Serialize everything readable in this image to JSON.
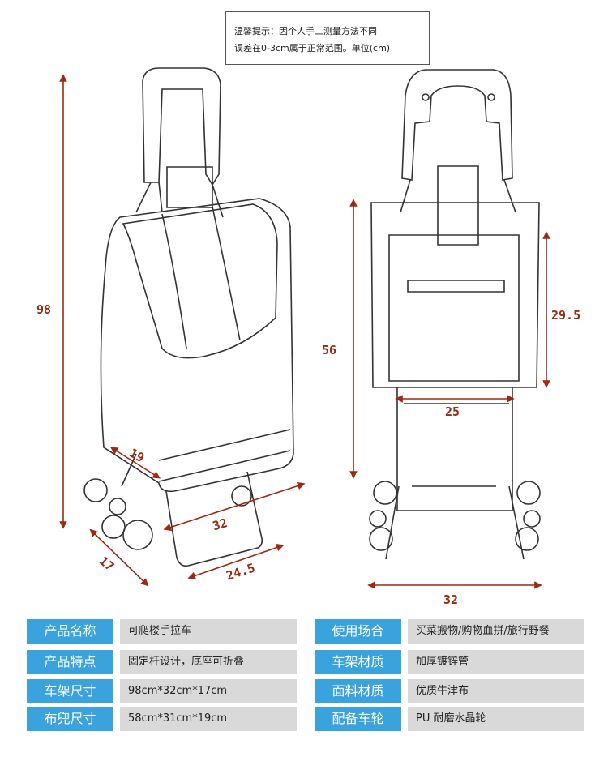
{
  "notice": {
    "line1": "温馨提示：因个人手工测量方法不同",
    "line2": "误差在0-3cm属于正常范围。单位(cm)"
  },
  "dimensions": {
    "height_total": "98",
    "depth_top": "19",
    "width_bottom": "32",
    "depth_base": "17",
    "base_width": "24.5",
    "bag_height": "56",
    "pocket_height": "29.5",
    "pocket_width": "25",
    "rear_width": "32"
  },
  "specs_left": [
    {
      "label": "产品名称",
      "value": "可爬楼手拉车"
    },
    {
      "label": "产品特点",
      "value": "固定杆设计，底座可折叠"
    },
    {
      "label": "车架尺寸",
      "value": "98cm*32cm*17cm"
    },
    {
      "label": "布兜尺寸",
      "value": "58cm*31cm*19cm"
    }
  ],
  "specs_right": [
    {
      "label": "使用场合",
      "value": "买菜搬物/购物血拼/旅行野餐"
    },
    {
      "label": "车架材质",
      "value": "加厚镀锌管"
    },
    {
      "label": "面料材质",
      "value": "优质牛津布"
    },
    {
      "label": "配备车轮",
      "value": "PU 耐磨水晶轮"
    }
  ],
  "colors": {
    "label_bg": "#3aa3de",
    "value_bg": "#d9d9d9",
    "dimension": "#9a2a12"
  }
}
